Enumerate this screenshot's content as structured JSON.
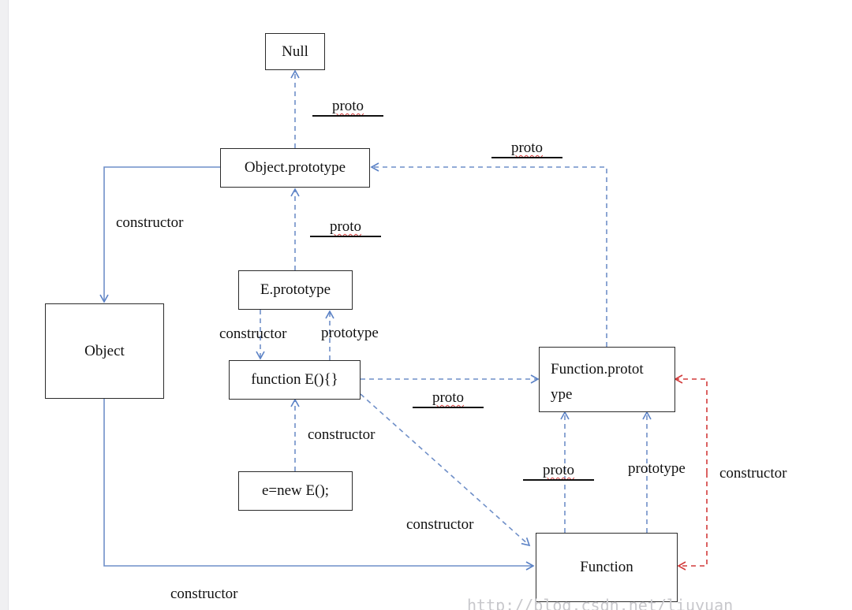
{
  "diagram": {
    "nodes": {
      "null_box": "Null",
      "object_prototype": "Object.prototype",
      "object": "Object",
      "e_prototype": "E.prototype",
      "function_e": "function E(){}",
      "e_new": "e=new E();",
      "function_prototype_line1": "Function.protot",
      "function_prototype_line2": "ype",
      "function": "Function"
    },
    "labels": {
      "proto": "proto",
      "constructor": "constructor",
      "prototype": "prototype"
    },
    "watermark": "http://blog.csdn.net/liuyuan"
  }
}
